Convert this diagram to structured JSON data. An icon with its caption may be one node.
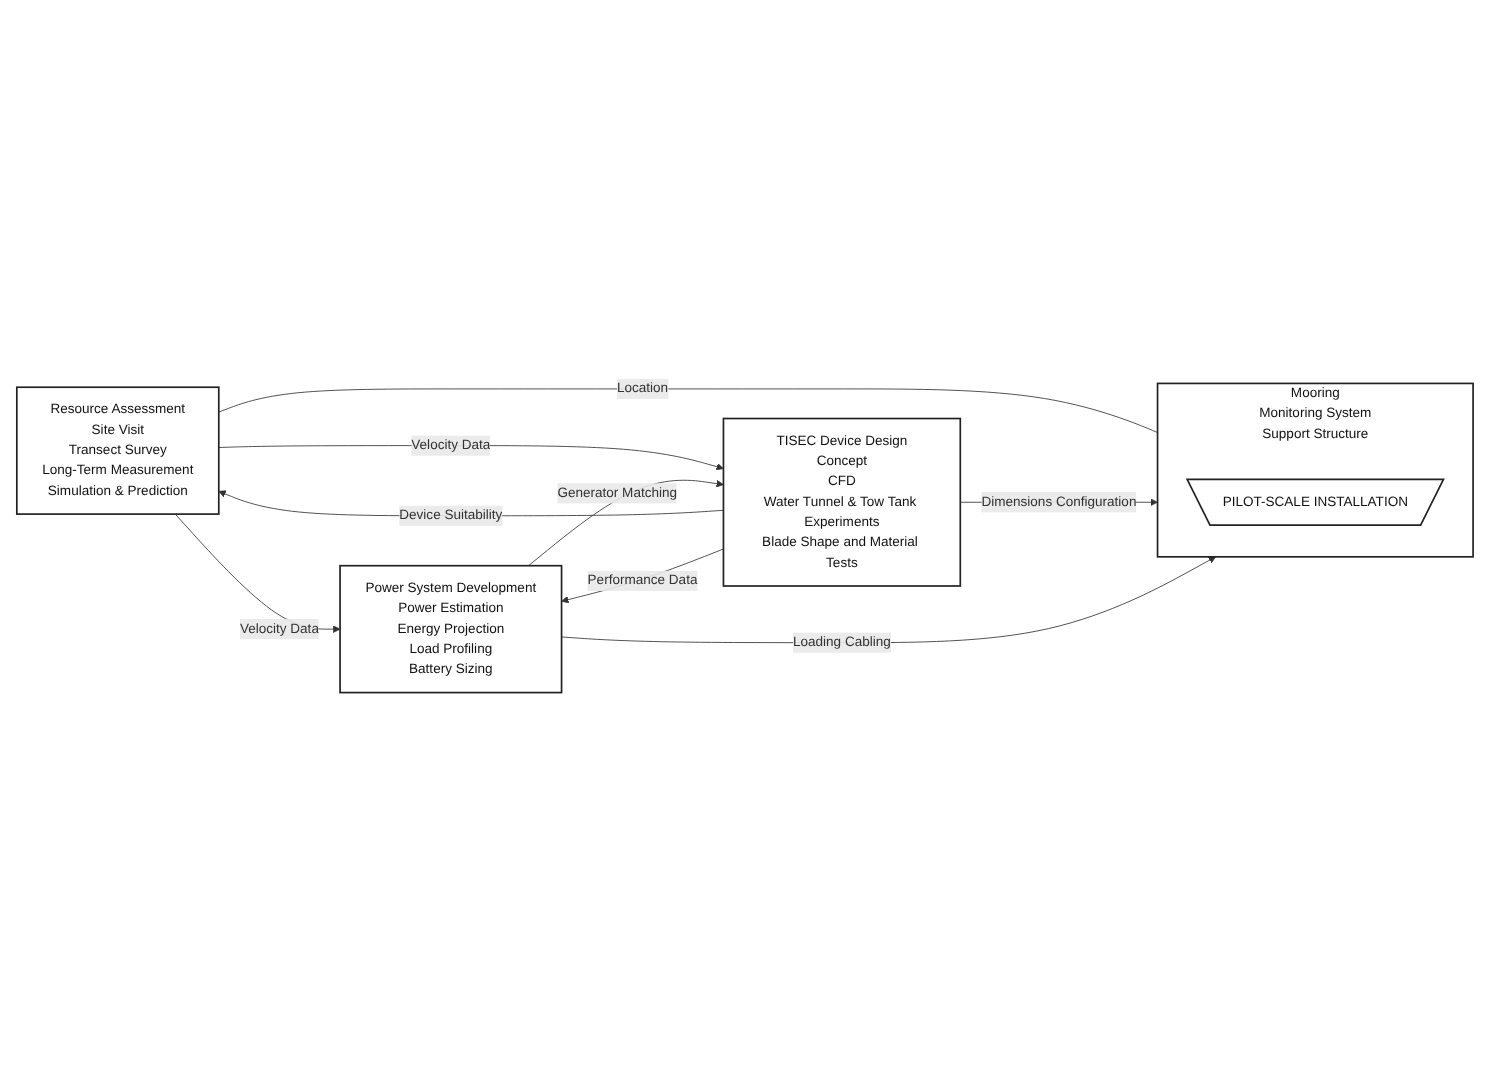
{
  "diagram": {
    "nodes": [
      {
        "text": [
          "Resource Assessment",
          "Site Visit",
          "Transect Survey",
          "Long-Term Measurement",
          "Simulation & Prediction"
        ]
      },
      {
        "text": [
          "TISEC Device Design",
          "Concept",
          "CFD",
          "Water Tunnel & Tow Tank Experiments",
          "Blade Shape and Material Tests"
        ]
      },
      {
        "text": [
          "Power System Development",
          "Power Estimation",
          "Energy Projection",
          "Load Profiling",
          "Battery Sizing"
        ]
      },
      {
        "text": [
          "Mooring",
          "Monitoring System",
          "Support Structure"
        ]
      },
      {
        "text": [
          "PILOT-SCALE INSTALLATION"
        ],
        "in": 3
      }
    ],
    "edges": [
      {
        "from": 0,
        "to": 2,
        "arrow": "to",
        "label": "Velocity Data"
      },
      {
        "from": 0,
        "to": 1,
        "arrow": "to",
        "label": "Velocity Data"
      },
      {
        "from": 1,
        "to": 0,
        "arrow": "to",
        "label": "Device Suitability"
      },
      {
        "from": 1,
        "to": 2,
        "arrow": "to",
        "label": "Performance Data"
      },
      {
        "from": 2,
        "to": 1,
        "arrow": "to",
        "label": "Generator Matching"
      },
      {
        "from": 0,
        "to": 3,
        "arrow": "to",
        "label": "Location"
      },
      {
        "from": 1,
        "to": 3,
        "arrow": "to",
        "label": "Dimensions Configuration"
      },
      {
        "from": 2,
        "to": 3,
        "arrow": "to",
        "label": "Loading Cabling"
      }
    ]
  }
}
